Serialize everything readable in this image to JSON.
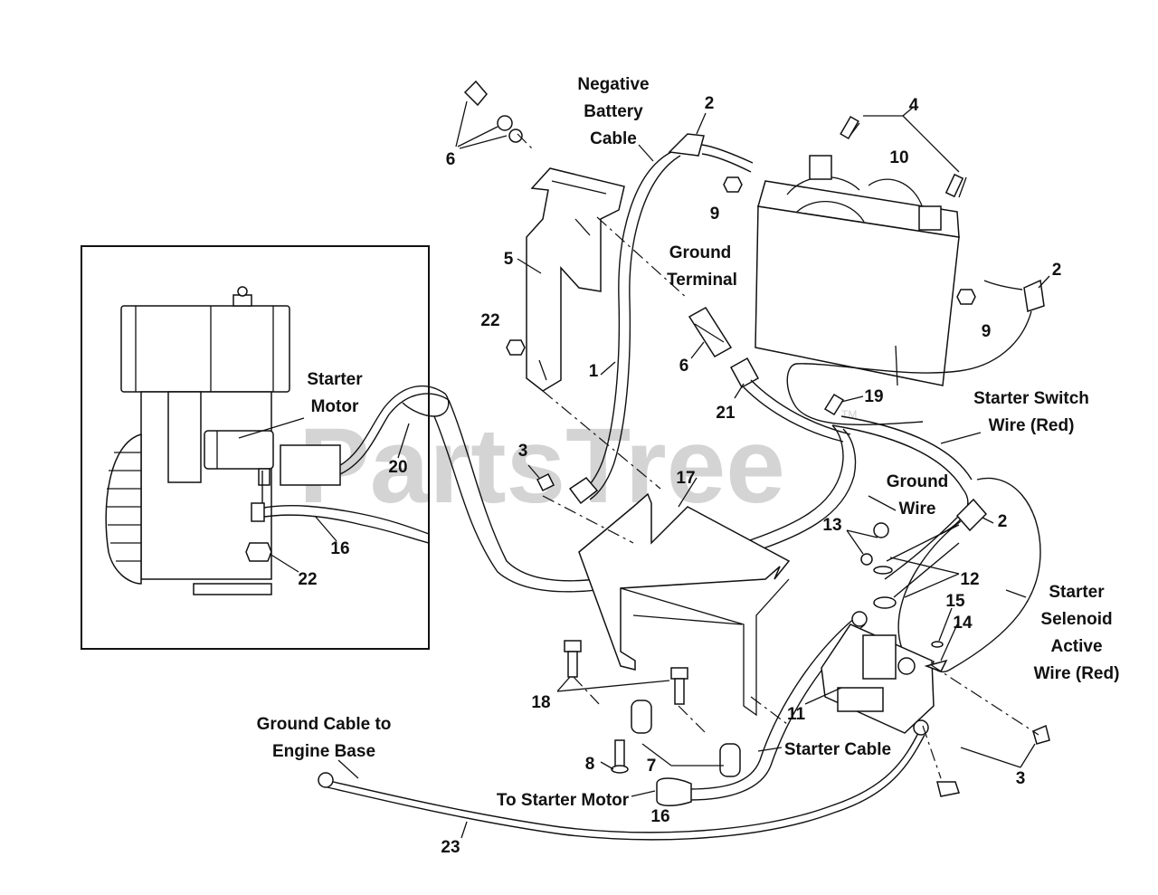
{
  "watermark": {
    "text": "PartsTree",
    "tm": "TM"
  },
  "labels": {
    "negative_battery_cable": [
      "Negative",
      "Battery",
      "Cable"
    ],
    "ground_terminal": [
      "Ground",
      "Terminal"
    ],
    "starter_motor": [
      "Starter",
      "Motor"
    ],
    "starter_switch_wire": [
      "Starter Switch",
      "Wire (Red)"
    ],
    "ground_wire": [
      "Ground",
      "Wire"
    ],
    "starter_selenoid_wire": [
      "Starter",
      "Selenoid",
      "Active",
      "Wire (Red)"
    ],
    "ground_cable_engine": [
      "Ground Cable to",
      "Engine Base"
    ],
    "starter_cable": "Starter Cable",
    "to_starter_motor": "To Starter Motor"
  },
  "callouts": {
    "c1": "1",
    "c2a": "2",
    "c2b": "2",
    "c2c": "2",
    "c3a": "3",
    "c3b": "3",
    "c4": "4",
    "c5": "5",
    "c6a": "6",
    "c6b": "6",
    "c7": "7",
    "c8": "8",
    "c9a": "9",
    "c9b": "9",
    "c10": "10",
    "c11": "11",
    "c12": "12",
    "c13": "13",
    "c14": "14",
    "c15": "15",
    "c16a": "16",
    "c16b": "16",
    "c17": "17",
    "c18": "18",
    "c19": "19",
    "c20": "20",
    "c21": "21",
    "c22a": "22",
    "c22b": "22",
    "c23": "23"
  }
}
